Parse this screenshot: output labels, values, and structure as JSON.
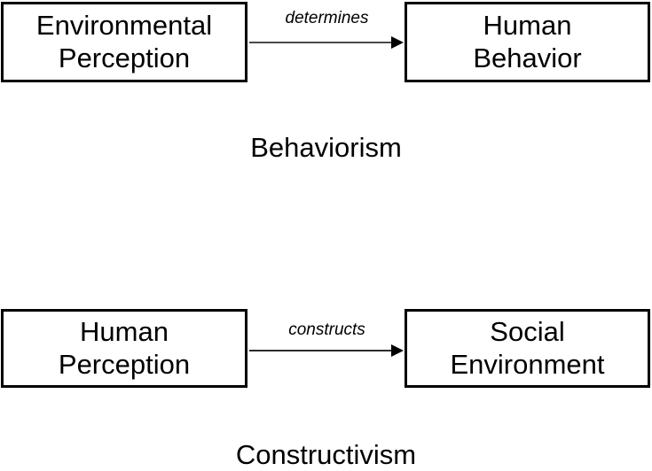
{
  "diagram": {
    "title_top": "Behaviorism",
    "title_bottom": "Constructivism",
    "colors": {
      "box_border": "#000000",
      "background": "#ffffff",
      "text": "#000000",
      "arrow_line": "#4a4a4a",
      "arrow_head": "#000000"
    },
    "models": [
      {
        "name": "Behaviorism",
        "caption": "Behaviorism",
        "source_node": {
          "line1": "Environmental",
          "line2": "Perception"
        },
        "edge_label": "determines",
        "target_node": {
          "line1": "Human",
          "line2": "Behavior"
        }
      },
      {
        "name": "Constructivism",
        "caption": "Constructivism",
        "source_node": {
          "line1": "Human",
          "line2": "Perception"
        },
        "edge_label": "constructs",
        "target_node": {
          "line1": "Social",
          "line2": "Environment"
        }
      }
    ]
  }
}
